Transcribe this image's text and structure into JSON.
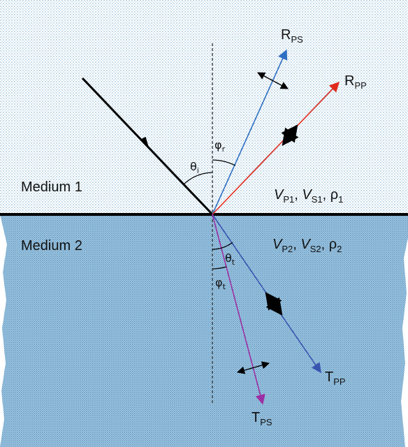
{
  "media": {
    "upper": {
      "name": "Medium 1",
      "props": {
        "v1": "V",
        "s1": "P1",
        "sep1": ", ",
        "v2": "V",
        "s2": "S1",
        "sep2": ", ",
        "rho": "ρ",
        "s3": "1"
      }
    },
    "lower": {
      "name": "Medium 2",
      "props": {
        "v1": "V",
        "s1": "P2",
        "sep1": ", ",
        "v2": "V",
        "s2": "S2",
        "sep2": ", ",
        "rho": "ρ",
        "s3": "2"
      }
    }
  },
  "rays": {
    "reflected_s": {
      "main": "R",
      "sub": "PS",
      "color": "#2f6fc2"
    },
    "reflected_p": {
      "main": "R",
      "sub": "PP",
      "color": "#e02a1c"
    },
    "transmitted_p": {
      "main": "T",
      "sub": "PP",
      "color": "#3a55b0"
    },
    "transmitted_s": {
      "main": "T",
      "sub": "PS",
      "color": "#9b2fa3"
    },
    "incident_color": "#000000"
  },
  "angles": {
    "incidence": {
      "main": "θ",
      "sub": "i"
    },
    "reflection_s": {
      "main": "φ",
      "sub": "r"
    },
    "transmission_p": {
      "main": "θ",
      "sub": "t"
    },
    "transmission_s": {
      "main": "φ",
      "sub": "t"
    }
  },
  "colors": {
    "upper_dots": "#6fa6c9",
    "lower_fill": "#9cc4e0",
    "lower_dots": "#3d7fb0"
  }
}
